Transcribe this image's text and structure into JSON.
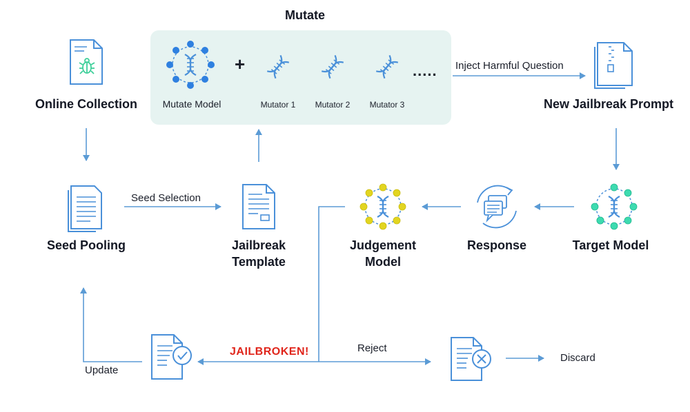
{
  "mutate": {
    "title": "Mutate",
    "model_label": "Mutate Model",
    "plus": "+",
    "mutators": [
      "Mutator 1",
      "Mutator 2",
      "Mutator 3"
    ],
    "ellipsis": "....."
  },
  "nodes": {
    "online_collection": "Online Collection",
    "new_jailbreak_prompt": "New Jailbreak Prompt",
    "seed_pooling": "Seed Pooling",
    "jailbreak_template_line1": "Jailbreak",
    "jailbreak_template_line2": "Template",
    "judgement_model_line1": "Judgement",
    "judgement_model_line2": "Model",
    "response": "Response",
    "target_model": "Target Model",
    "discard": "Discard"
  },
  "edges": {
    "inject": "Inject Harmful Question",
    "seed_selection": "Seed Selection",
    "jailbroken": "JAILBROKEN!",
    "reject": "Reject",
    "update": "Update"
  },
  "icons": {
    "online_collection": "bug-document-icon",
    "mutate_model": "dna-network-icon",
    "mutator": "dna-helix-icon",
    "new_jailbreak_prompt": "zip-file-icon",
    "seed_pooling": "stacked-documents-icon",
    "jailbreak_template": "template-document-icon",
    "judgement_model": "dna-network-icon",
    "response": "chat-bubbles-icon",
    "target_model": "dna-network-icon",
    "update": "checked-document-icon",
    "discard": "rejected-document-icon"
  },
  "colors": {
    "icon_blue": "#4a90d9",
    "arrow_blue": "#5b9bd5",
    "panel_bg": "#e6f3f1",
    "mutate_nodes": "#2f80e0",
    "judgement_nodes": "#e2d521",
    "target_nodes": "#3ddbb0",
    "bug": "#3ecf9a",
    "jailbroken_text": "#e0251b"
  }
}
